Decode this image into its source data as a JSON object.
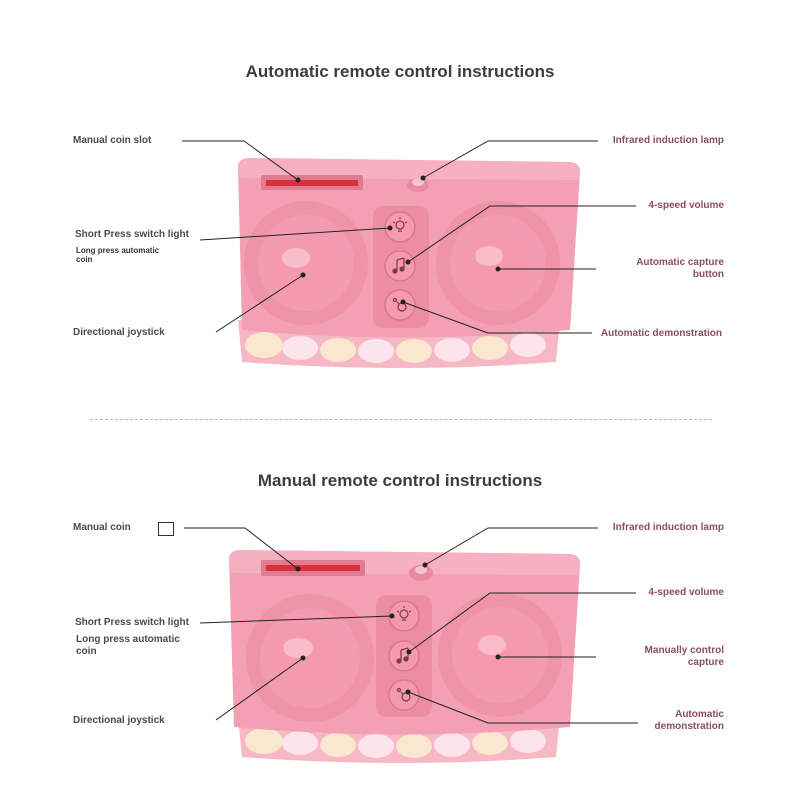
{
  "auto": {
    "title": "Automatic remote control instructions",
    "labels": {
      "coin_slot": "Manual coin slot",
      "switch_light": "Short Press switch light",
      "long_press": "Long press automatic coin",
      "joystick": "Directional joystick",
      "infrared": "Infrared induction lamp",
      "volume": "4-speed volume",
      "capture": "Automatic capture button",
      "demo": "Automatic demonstration"
    }
  },
  "manual": {
    "title": "Manual remote control instructions",
    "labels": {
      "coin": "Manual coin",
      "switch_light": "Short Press switch light",
      "long_press": "Long press automatic coin",
      "joystick": "Directional joystick",
      "infrared": "Infrared induction lamp",
      "volume": "4-speed volume",
      "capture": "Manually control capture",
      "demo": "Automatic demonstration"
    }
  },
  "colors": {
    "body": "#f4a0b4",
    "body_dark": "#e98aa0",
    "knob": "#f59aae",
    "slot": "#d9303f",
    "teeth_warm": "#fbe6cf",
    "teeth_pale": "#fde4ec",
    "label_right": "#8a4f59",
    "label_left": "#4a4a4a"
  },
  "icons": [
    "bulb-icon",
    "music-note-icon",
    "demo-icon"
  ]
}
